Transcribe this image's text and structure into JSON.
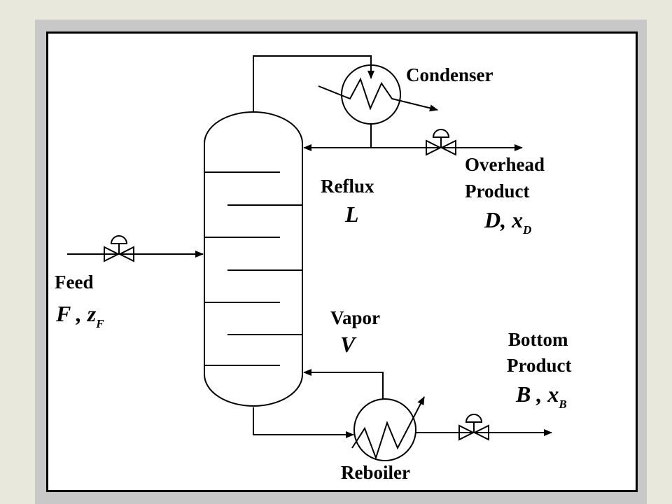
{
  "diagram": {
    "labels": {
      "condenser": "Condenser",
      "overhead_line1": "Overhead",
      "overhead_line2": "Product",
      "overhead_symbol": "D, x",
      "overhead_sub": "D",
      "reflux": "Reflux",
      "reflux_symbol": "L",
      "feed": "Feed",
      "feed_symbol": "F , z",
      "feed_sub": "F",
      "vapor": "Vapor",
      "vapor_symbol": "V",
      "bottom_line1": "Bottom",
      "bottom_line2": "Product",
      "bottom_symbol": "B , x",
      "bottom_sub": "B",
      "reboiler": "Reboiler"
    }
  }
}
